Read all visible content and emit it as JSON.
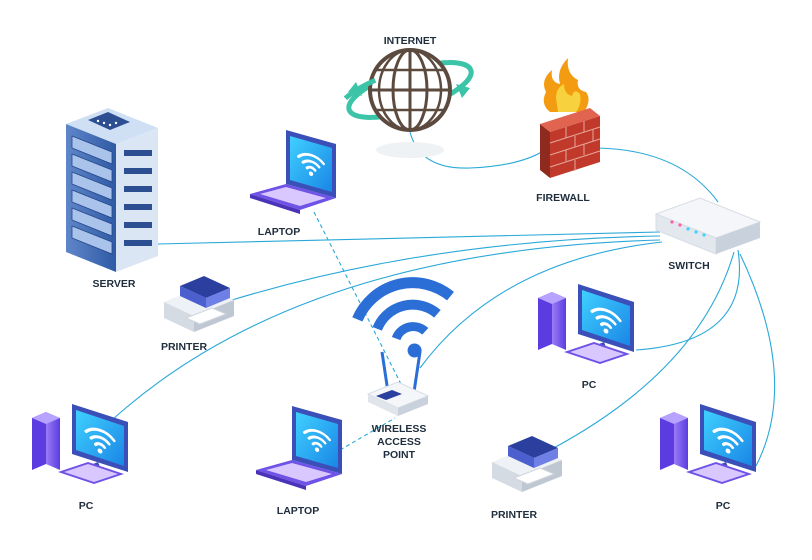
{
  "labels": {
    "internet": "INTERNET",
    "firewall": "FIREWALL",
    "switch": "SWITCH",
    "server": "SERVER",
    "laptop_top": "LAPTOP",
    "printer_left": "PRINTER",
    "wap_line1": "WIRELESS",
    "wap_line2": "ACCESS",
    "wap_line3": "POINT",
    "pc_left": "PC",
    "laptop_bottom": "LAPTOP",
    "pc_right_mid": "PC",
    "printer_bottom": "PRINTER",
    "pc_right_bottom": "PC"
  },
  "icons": [
    "globe-icon",
    "firewall-icon",
    "switch-icon",
    "server-icon",
    "laptop-icon",
    "printer-icon",
    "wireless-access-point-icon",
    "wifi-icon",
    "pc-icon"
  ],
  "colors": {
    "cable": "#2aa8d8",
    "wifi_blue": "#2b6fd6",
    "screen_cyan": "#27b7f0",
    "tower_purple": "#7b5cf0",
    "brick": "#c0392b",
    "flame": "#f39c12",
    "globe": "#5d4a3f",
    "orbit": "#3cc4a8",
    "label": "#1f2d3d"
  }
}
